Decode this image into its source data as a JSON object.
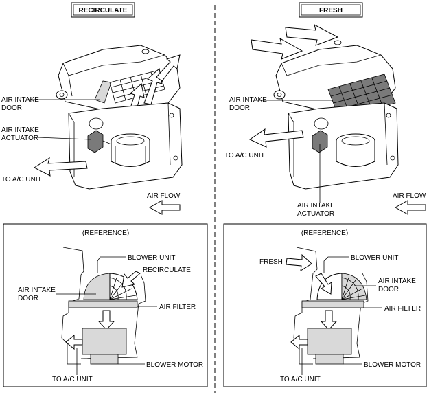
{
  "left_panel": {
    "mode_label": "RECIRCULATE",
    "labels": {
      "air_intake_door": [
        "AIR INTAKE",
        "DOOR"
      ],
      "air_intake_actuator": [
        "AIR INTAKE",
        "ACTUATOR"
      ],
      "to_ac_unit": "TO A/C UNIT",
      "air_flow": "AIR FLOW"
    },
    "reference": {
      "title": "(REFERENCE)",
      "blower_unit": "BLOWER UNIT",
      "recirculate": "RECIRCULATE",
      "air_intake_door": [
        "AIR INTAKE",
        "DOOR"
      ],
      "air_filter": "AIR FILTER",
      "blower_motor": "BLOWER MOTOR",
      "to_ac_unit": "TO A/C UNIT"
    }
  },
  "right_panel": {
    "mode_label": "FRESH",
    "labels": {
      "air_intake_door": [
        "AIR INTAKE",
        "DOOR"
      ],
      "to_ac_unit": "TO A/C UNIT",
      "air_intake_actuator": [
        "AIR INTAKE",
        "ACTUATOR"
      ],
      "air_flow": "AIR FLOW"
    },
    "reference": {
      "title": "(REFERENCE)",
      "fresh": "FRESH",
      "blower_unit": "BLOWER UNIT",
      "air_intake_door": [
        "AIR INTAKE",
        "DOOR"
      ],
      "air_filter": "AIR FILTER",
      "blower_motor": "BLOWER MOTOR",
      "to_ac_unit": "TO A/C UNIT"
    }
  }
}
